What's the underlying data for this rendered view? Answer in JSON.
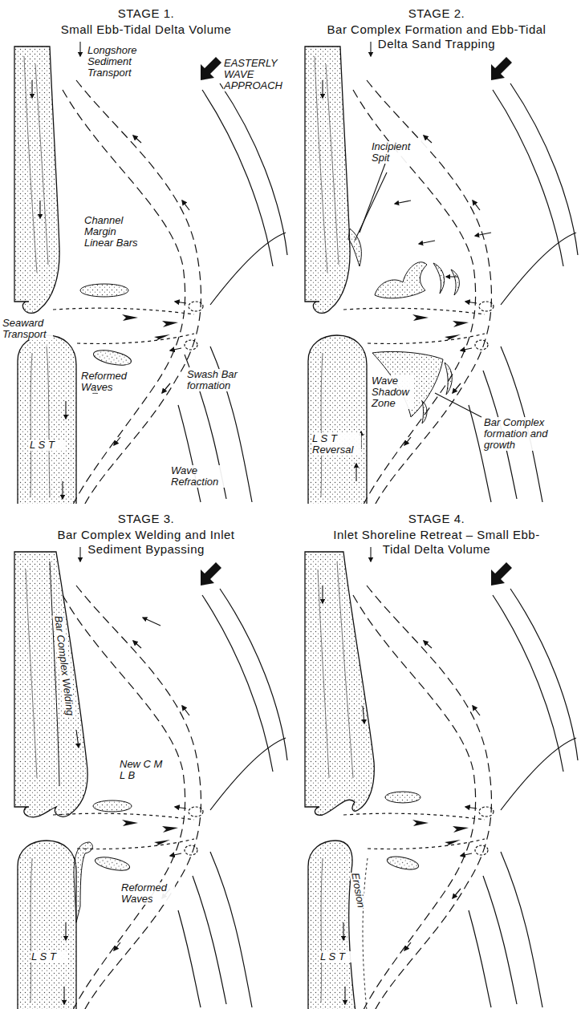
{
  "diagram": {
    "labels": [
      "STAGE 1.",
      "Small Ebb-Tidal Delta Volume",
      "Longshore Sediment Transport",
      "EASTERLY WAVE APPROACH",
      "Channel Margin Linear Bars",
      "Seaward Transport",
      "Reformed Waves",
      "Swash Bar formation",
      "L S T",
      "Wave Refraction",
      "STAGE 2.",
      "Bar Complex Formation and Ebb-Tidal Delta Sand Trapping",
      "Incipient Spit",
      "Wave Shadow Zone",
      "L S T Reversal",
      "Bar Complex formation and growth",
      "STAGE 3.",
      "Bar Complex Welding and Inlet Sediment Bypassing",
      "Bar Complex Welding",
      "New C M L B",
      "Reformed Waves",
      "L S T",
      "STAGE 4.",
      "Inlet Shoreline Retreat – Small Ebb-Tidal Delta Volume",
      "Erosion",
      "L S T"
    ]
  }
}
